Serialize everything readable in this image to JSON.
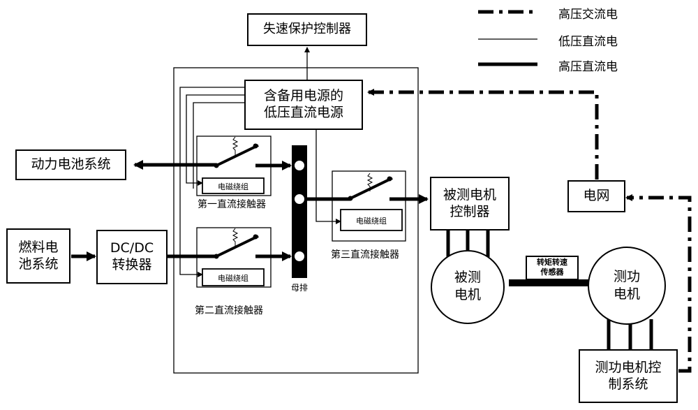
{
  "legend": {
    "hv_ac": "高压交流电",
    "lv_dc": "低压直流电",
    "hv_dc": "高压直流电"
  },
  "boxes": {
    "fast_protect": "失速保护控制器",
    "aux_power_line1": "含备用电源的",
    "aux_power_line2": "低压直流电源",
    "battery": "动力电池系统",
    "fuel_cell_line1": "燃料电",
    "fuel_cell_line2": "池系统",
    "dcdc_line1": "DC/DC",
    "dcdc_line2": "转换器",
    "motor_ctrl_line1": "被测电机",
    "motor_ctrl_line2": "控制器",
    "grid": "电网",
    "motor_line1": "被测",
    "motor_line2": "电机",
    "dyno_line1": "测功",
    "dyno_line2": "电机",
    "dyno_ctrl_line1": "测功电机控",
    "dyno_ctrl_line2": "制系统",
    "torque_line1": "转矩转速",
    "torque_line2": "传感器"
  },
  "contactors": {
    "coil": "电磁绕组",
    "first": "第一直流接触器",
    "second": "第二直流接触器",
    "third": "第三直流接触器"
  },
  "busbar": "母排"
}
